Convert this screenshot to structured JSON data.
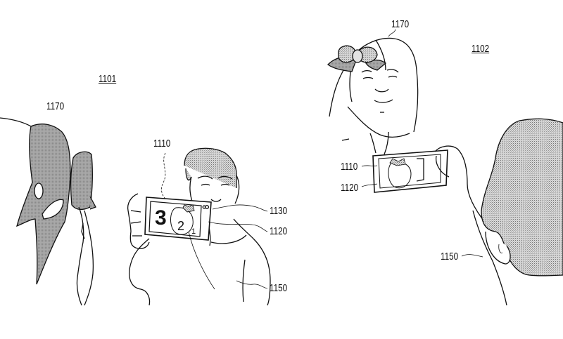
{
  "figure": {
    "panels": [
      {
        "id": "1101",
        "label": "1101",
        "references": {
          "sticker": "1170",
          "display": "1110",
          "camera": "1130",
          "preview": "1120",
          "user": "1150"
        },
        "countdown": [
          "3",
          "2",
          "1"
        ]
      },
      {
        "id": "1102",
        "label": "1102",
        "references": {
          "sticker": "1170",
          "display": "1110",
          "preview": "1120",
          "user": "1150"
        }
      }
    ]
  },
  "colors": {
    "line": "#111111",
    "shade_dark": "#9a9a9a",
    "shade_light": "#c8c8c8",
    "hair_texture": "#bdbdbd"
  }
}
